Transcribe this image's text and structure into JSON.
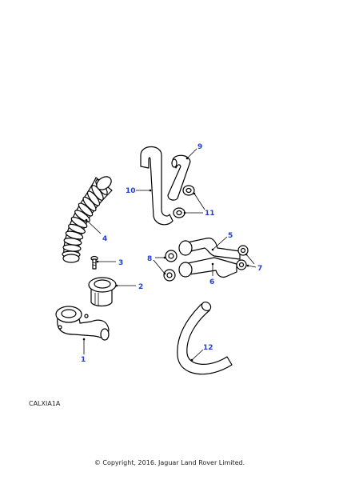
{
  "diagram": {
    "callouts": {
      "c1": "1",
      "c2": "2",
      "c3": "3",
      "c4": "4",
      "c5": "5",
      "c6": "6",
      "c7": "7",
      "c8": "8",
      "c9": "9",
      "c10": "10",
      "c11": "11",
      "c12": "12"
    },
    "callout_color": "#1f3fd6",
    "reference_code": "CALXIA1A",
    "copyright": "© Copyright, 2016. Jaguar Land Rover Limited."
  }
}
